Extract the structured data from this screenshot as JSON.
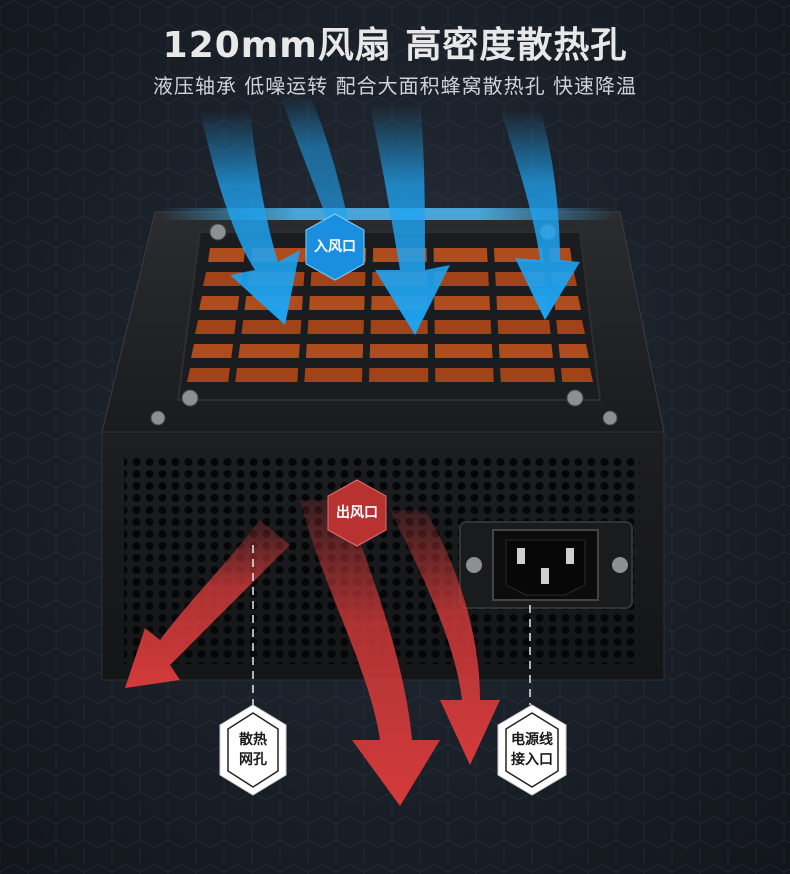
{
  "title": "120mm风扇 高密度散热孔",
  "subtitle": "液压轴承 低噪运转 配合大面积蜂窝散热孔 快速降温",
  "labels": {
    "inlet": "入风口",
    "outlet": "出风口",
    "vent_holes": "散热\n网孔",
    "power_inlet": "电源线\n接入口"
  },
  "colors": {
    "inlet_arrow": "#1fa3f0",
    "outlet_arrow": "#d43a3a",
    "inlet_badge": "#1a8fe0",
    "outlet_badge": "#b83232"
  }
}
